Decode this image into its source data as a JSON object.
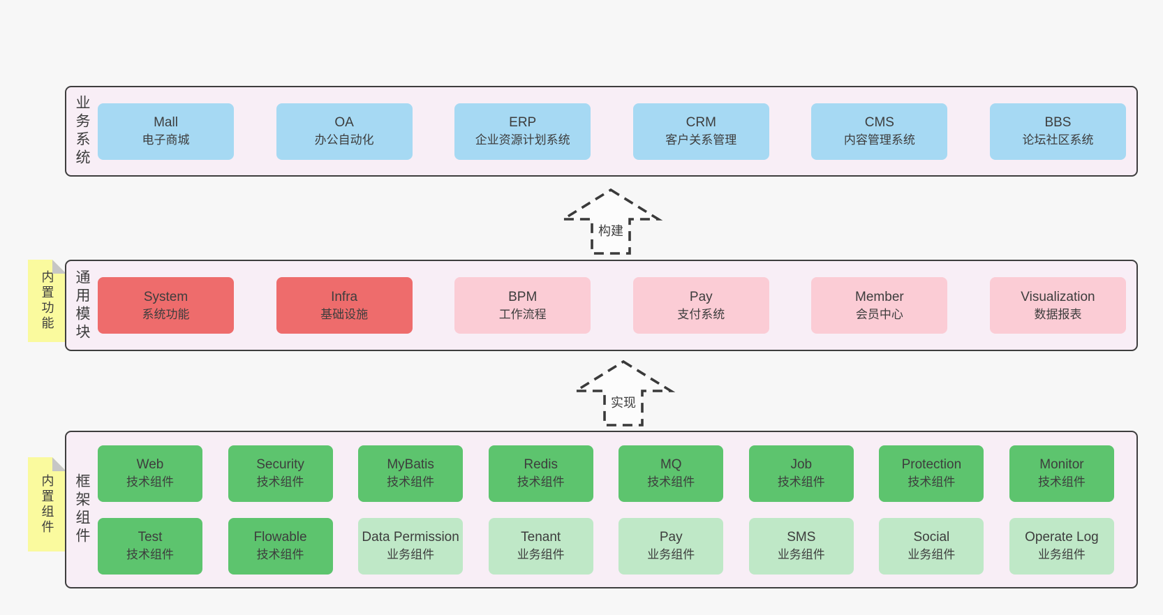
{
  "colors": {
    "canvas_bg": "#f7f7f7",
    "panel_bg": "#f8eef6",
    "panel_border": "#3e3e3e",
    "blue_box": "#a6d9f3",
    "red_box": "#ee6c6c",
    "pink_box": "#fbccd5",
    "green_dark_box": "#5dc46e",
    "green_light_box": "#bfe8c7",
    "note_bg": "#fafa9e",
    "note_fold": "#c6c6c6",
    "text": "#3d3d3d"
  },
  "sections": {
    "business": {
      "label": "业务系统",
      "items": [
        {
          "name": "Mall",
          "desc": "电子商城"
        },
        {
          "name": "OA",
          "desc": "办公自动化"
        },
        {
          "name": "ERP",
          "desc": "企业资源计划系统"
        },
        {
          "name": "CRM",
          "desc": "客户关系管理"
        },
        {
          "name": "CMS",
          "desc": "内容管理系统"
        },
        {
          "name": "BBS",
          "desc": "论坛社区系统"
        }
      ]
    },
    "modules": {
      "label": "通用模块",
      "note": "内置功能",
      "items": [
        {
          "name": "System",
          "desc": "系统功能"
        },
        {
          "name": "Infra",
          "desc": "基础设施"
        },
        {
          "name": "BPM",
          "desc": "工作流程"
        },
        {
          "name": "Pay",
          "desc": "支付系统"
        },
        {
          "name": "Member",
          "desc": "会员中心"
        },
        {
          "name": "Visualization",
          "desc": "数据报表"
        }
      ]
    },
    "components": {
      "label": "框架组件",
      "note": "内置组件",
      "row1": [
        {
          "name": "Web",
          "desc": "技术组件"
        },
        {
          "name": "Security",
          "desc": "技术组件"
        },
        {
          "name": "MyBatis",
          "desc": "技术组件"
        },
        {
          "name": "Redis",
          "desc": "技术组件"
        },
        {
          "name": "MQ",
          "desc": "技术组件"
        },
        {
          "name": "Job",
          "desc": "技术组件"
        },
        {
          "name": "Protection",
          "desc": "技术组件"
        },
        {
          "name": "Monitor",
          "desc": "技术组件"
        }
      ],
      "row2": [
        {
          "name": "Test",
          "desc": "技术组件"
        },
        {
          "name": "Flowable",
          "desc": "技术组件"
        },
        {
          "name": "Data Permission",
          "desc": "业务组件"
        },
        {
          "name": "Tenant",
          "desc": "业务组件"
        },
        {
          "name": "Pay",
          "desc": "业务组件"
        },
        {
          "name": "SMS",
          "desc": "业务组件"
        },
        {
          "name": "Social",
          "desc": "业务组件"
        },
        {
          "name": "Operate Log",
          "desc": "业务组件"
        }
      ]
    }
  },
  "arrows": [
    {
      "label": "构建"
    },
    {
      "label": "实现"
    }
  ]
}
